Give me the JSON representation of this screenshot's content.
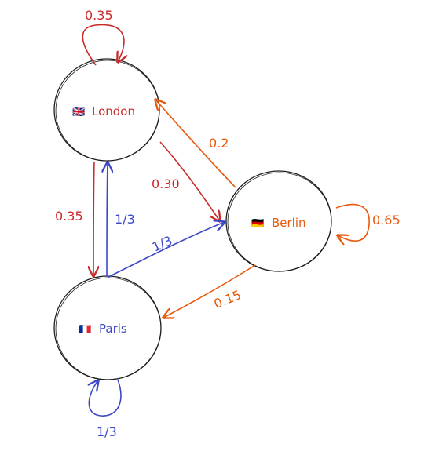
{
  "colors": {
    "london": "#c92a2a",
    "berlin": "#e8590c",
    "paris": "#3b48c8",
    "stroke": "#1e1e1e"
  },
  "nodes": {
    "london": {
      "flag": "🇬🇧",
      "label": "London"
    },
    "berlin": {
      "flag": "🇩🇪",
      "label": "Berlin"
    },
    "paris": {
      "flag": "🇫🇷",
      "label": "Paris"
    }
  },
  "edges": {
    "london_london": "0.35",
    "london_paris": "0.35",
    "london_berlin": "0.30",
    "berlin_london": "0.2",
    "berlin_berlin": "0.65",
    "berlin_paris": "0.15",
    "paris_london": "1/3",
    "paris_berlin": "1/3",
    "paris_paris": "1/3"
  }
}
